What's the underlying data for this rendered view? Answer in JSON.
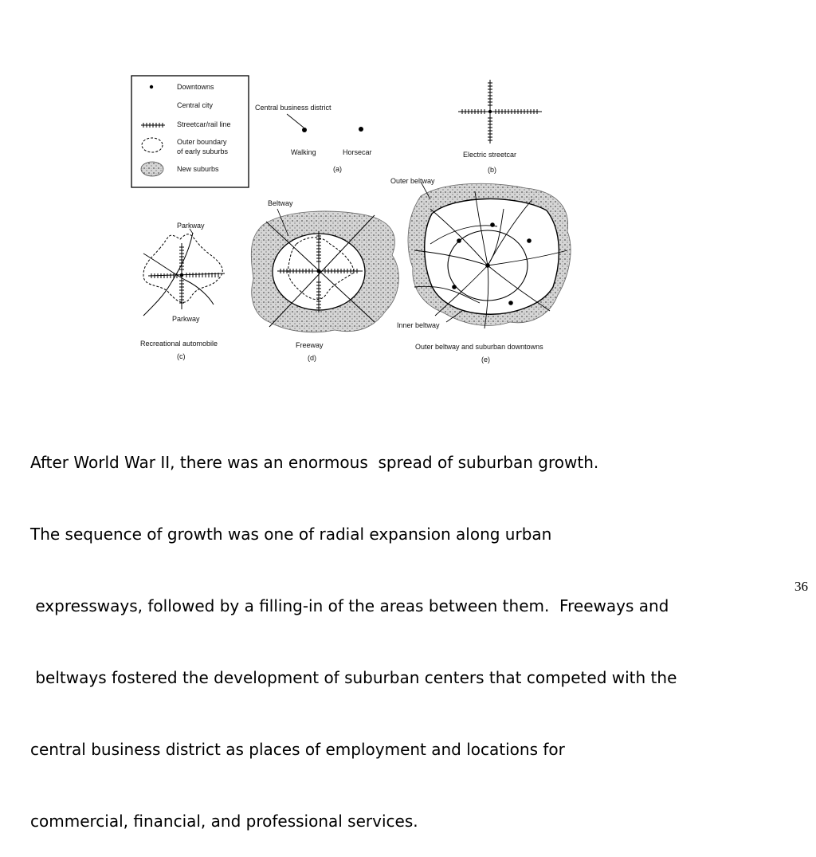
{
  "figure": {
    "legend": [
      {
        "icon": "dot",
        "label": "Downtowns"
      },
      {
        "icon": "none",
        "label": "Central city"
      },
      {
        "icon": "rail-line",
        "label": "Streetcar/rail line"
      },
      {
        "icon": "dashed-boundary",
        "label": "Outer boundary"
      },
      {
        "icon": "none",
        "label": "of early suburbs"
      },
      {
        "icon": "stipple",
        "label": "New suburbs"
      }
    ],
    "panel_a": {
      "annotation": "Central business district",
      "label_walking": "Walking",
      "label_horsecar": "Horsecar",
      "letter": "(a)"
    },
    "panel_b": {
      "caption": "Electric streetcar",
      "letter": "(b)"
    },
    "panel_c": {
      "label_top": "Parkway",
      "label_bottom": "Parkway",
      "caption": "Recreational automobile",
      "letter": "(c)"
    },
    "panel_d": {
      "label_top": "Beltway",
      "caption": "Freeway",
      "letter": "(d)"
    },
    "panel_e": {
      "label_outer": "Outer beltway",
      "label_inner": "Inner beltway",
      "caption": "Outer beltway and suburban downtowns",
      "letter": "(e)"
    }
  },
  "text_lines": [
    "After World War II, there was an enormous  spread of suburban growth.",
    "The sequence of growth was one of radial expansion along urban",
    " expressways, followed by a filling-in of the areas between them.  Freeways and",
    " beltways fostered the development of suburban centers that competed with the",
    "central business district as places of employment and locations for",
    "commercial, financial, and professional services."
  ],
  "slide_number": "36"
}
